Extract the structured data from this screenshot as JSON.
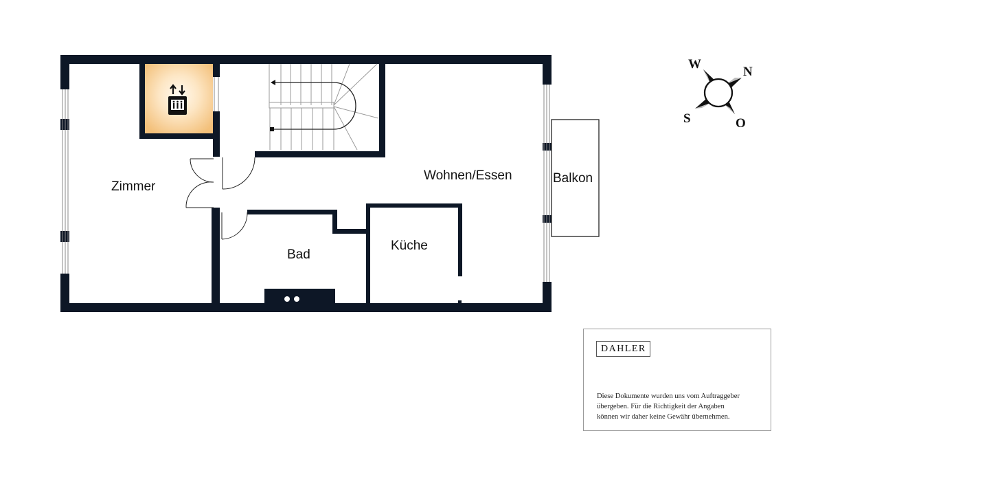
{
  "floorplan": {
    "rooms": [
      {
        "id": "zimmer",
        "label": "Zimmer"
      },
      {
        "id": "wohnen-essen",
        "label": "Wohnen/Essen"
      },
      {
        "id": "balkon",
        "label": "Balkon"
      },
      {
        "id": "bad",
        "label": "Bad"
      },
      {
        "id": "kueche",
        "label": "Küche"
      }
    ],
    "icons": [
      "elevator-icon",
      "staircase",
      "compass-icon"
    ],
    "colors": {
      "wall": "#0d1726",
      "elevator_fill_center": "#fffaf0",
      "elevator_fill_edge": "#f3c27e",
      "stair_line": "#9a9a9a"
    }
  },
  "compass": {
    "north": "N",
    "east": "O",
    "south": "S",
    "west": "W"
  },
  "info_box": {
    "brand": "DAHLER",
    "disclaimer_lines": [
      "Diese Dokumente wurden uns vom Auftraggeber",
      "übergeben. Für die Richtigkeit der Angaben",
      "können wir daher keine Gewähr übernehmen."
    ]
  }
}
